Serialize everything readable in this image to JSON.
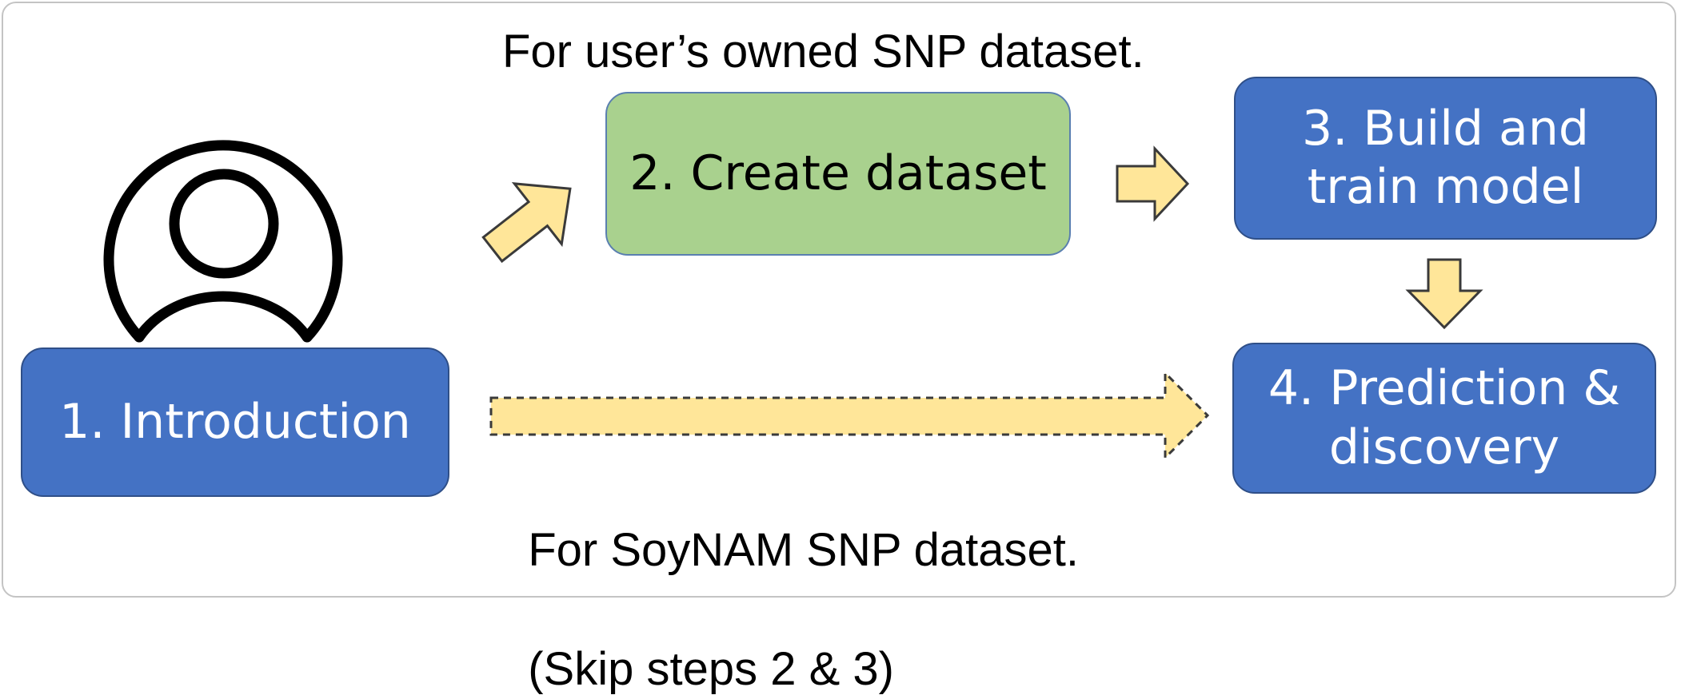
{
  "labels": {
    "user_owned": "For user’s owned SNP dataset.",
    "soynam_line1": "For SoyNAM SNP dataset.",
    "soynam_line2": "(Skip steps 2 & 3)"
  },
  "steps": {
    "introduction": "1. Introduction",
    "create_dataset": "2. Create dataset",
    "build_train_line1": "3. Build and",
    "build_train_line2": "train model",
    "prediction_line1": "4. Prediction &",
    "prediction_line2": "discovery"
  },
  "icons": {
    "user": "user-icon",
    "arrows": "block-arrow"
  },
  "colors": {
    "step_blue": "#4472c4",
    "step_green": "#a9d18e",
    "arrow_fill": "#ffe699",
    "arrow_stroke": "#3a3a3a"
  }
}
